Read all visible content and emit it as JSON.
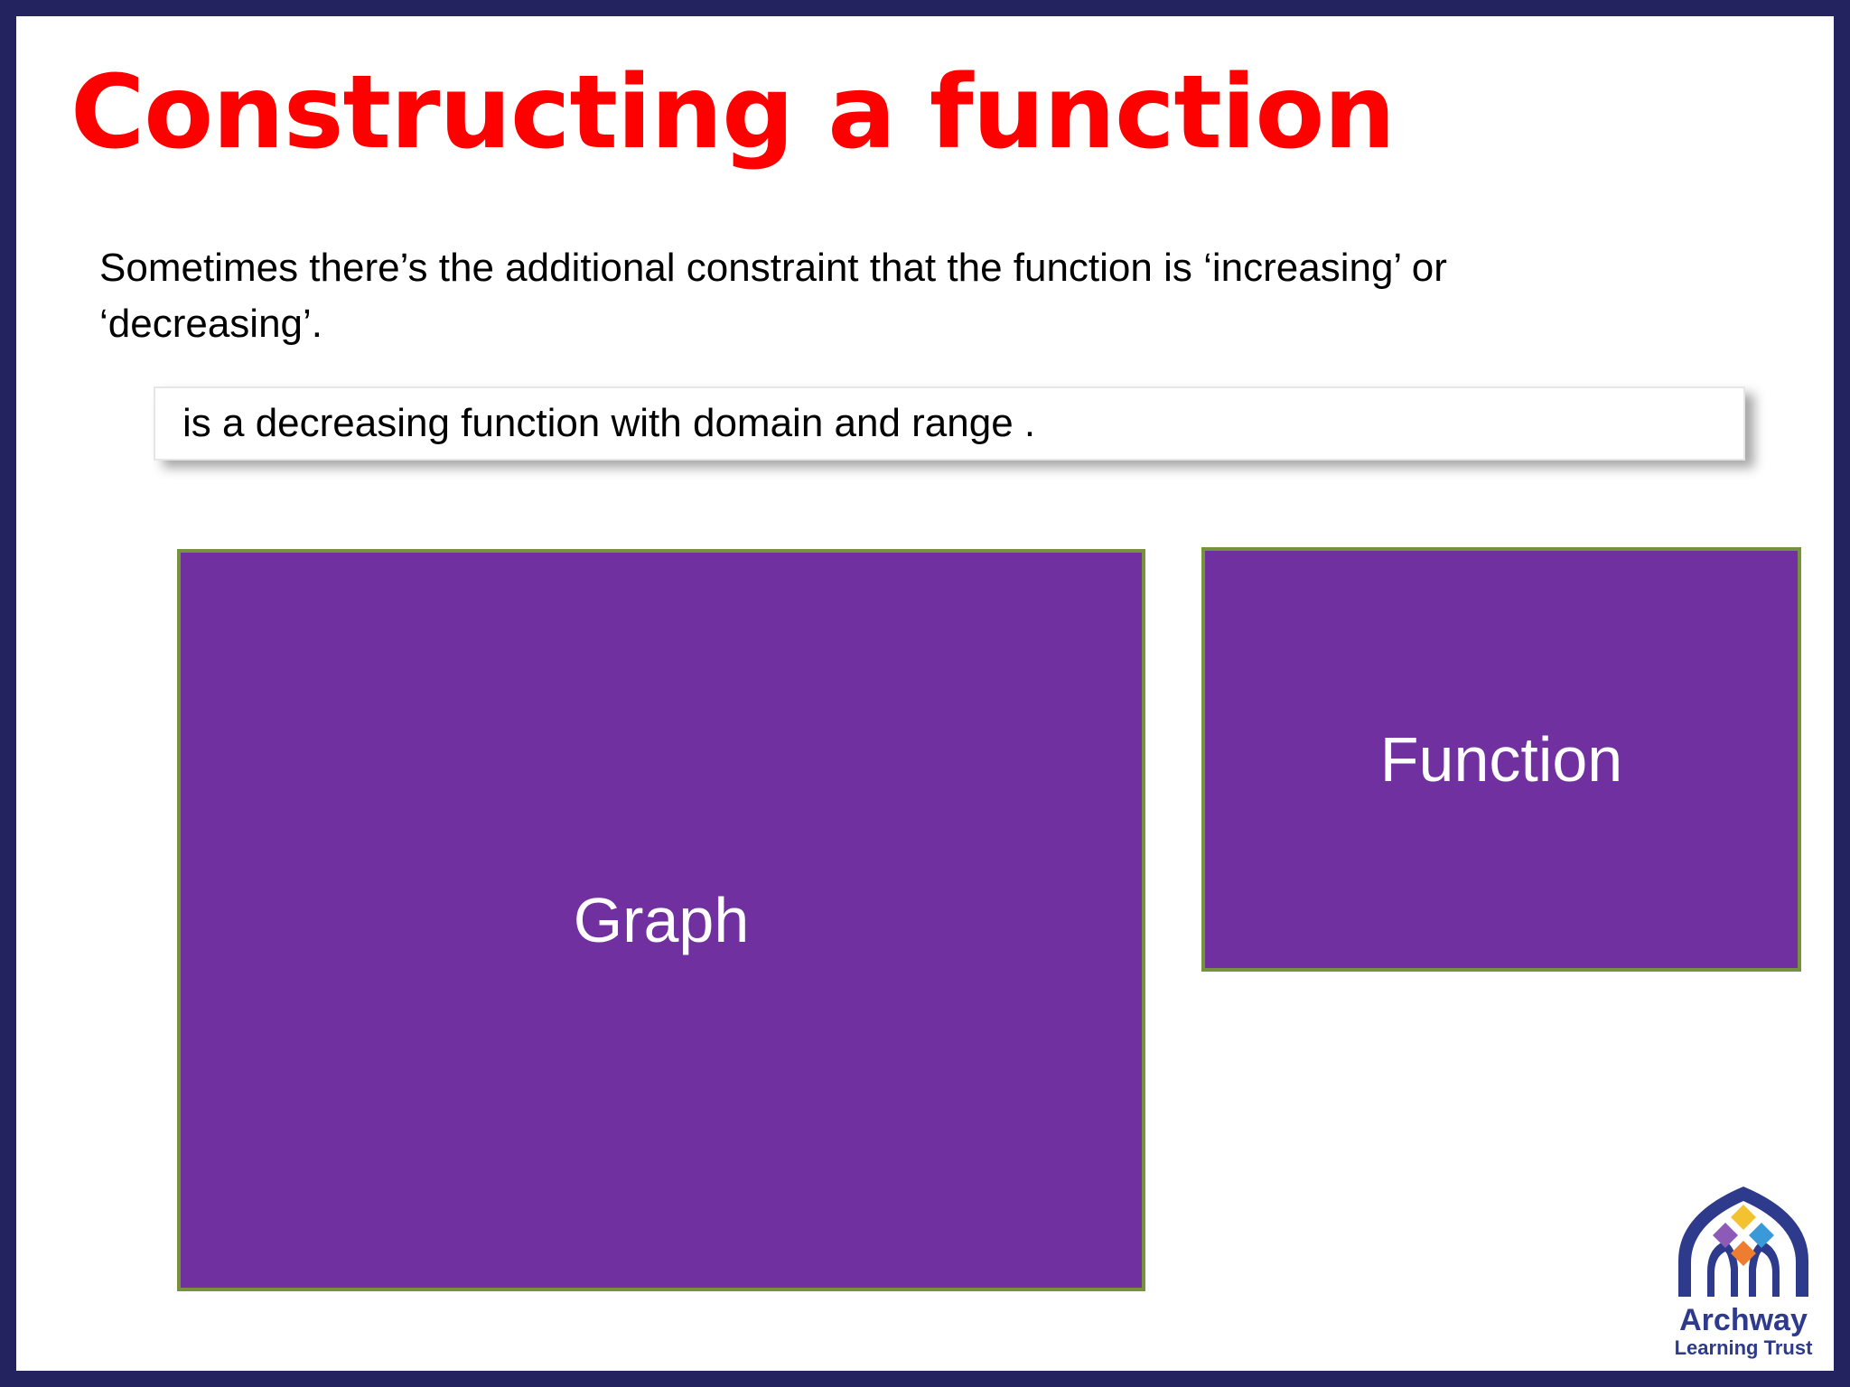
{
  "slide": {
    "title": "Constructing a function",
    "intro": "Sometimes there’s the additional constraint that the function is ‘increasing’ or ‘decreasing’.",
    "constraint": "is a decreasing function with domain  and range .",
    "panels": {
      "graph_label": "Graph",
      "function_label": "Function"
    },
    "logo": {
      "line1": "Archway",
      "line2": "Learning Trust"
    }
  },
  "colors": {
    "frame": "#22235f",
    "title": "#ff0000",
    "panel_fill": "#7030a0",
    "panel_border": "#76923c",
    "logo_blue": "#2e3a8c"
  }
}
